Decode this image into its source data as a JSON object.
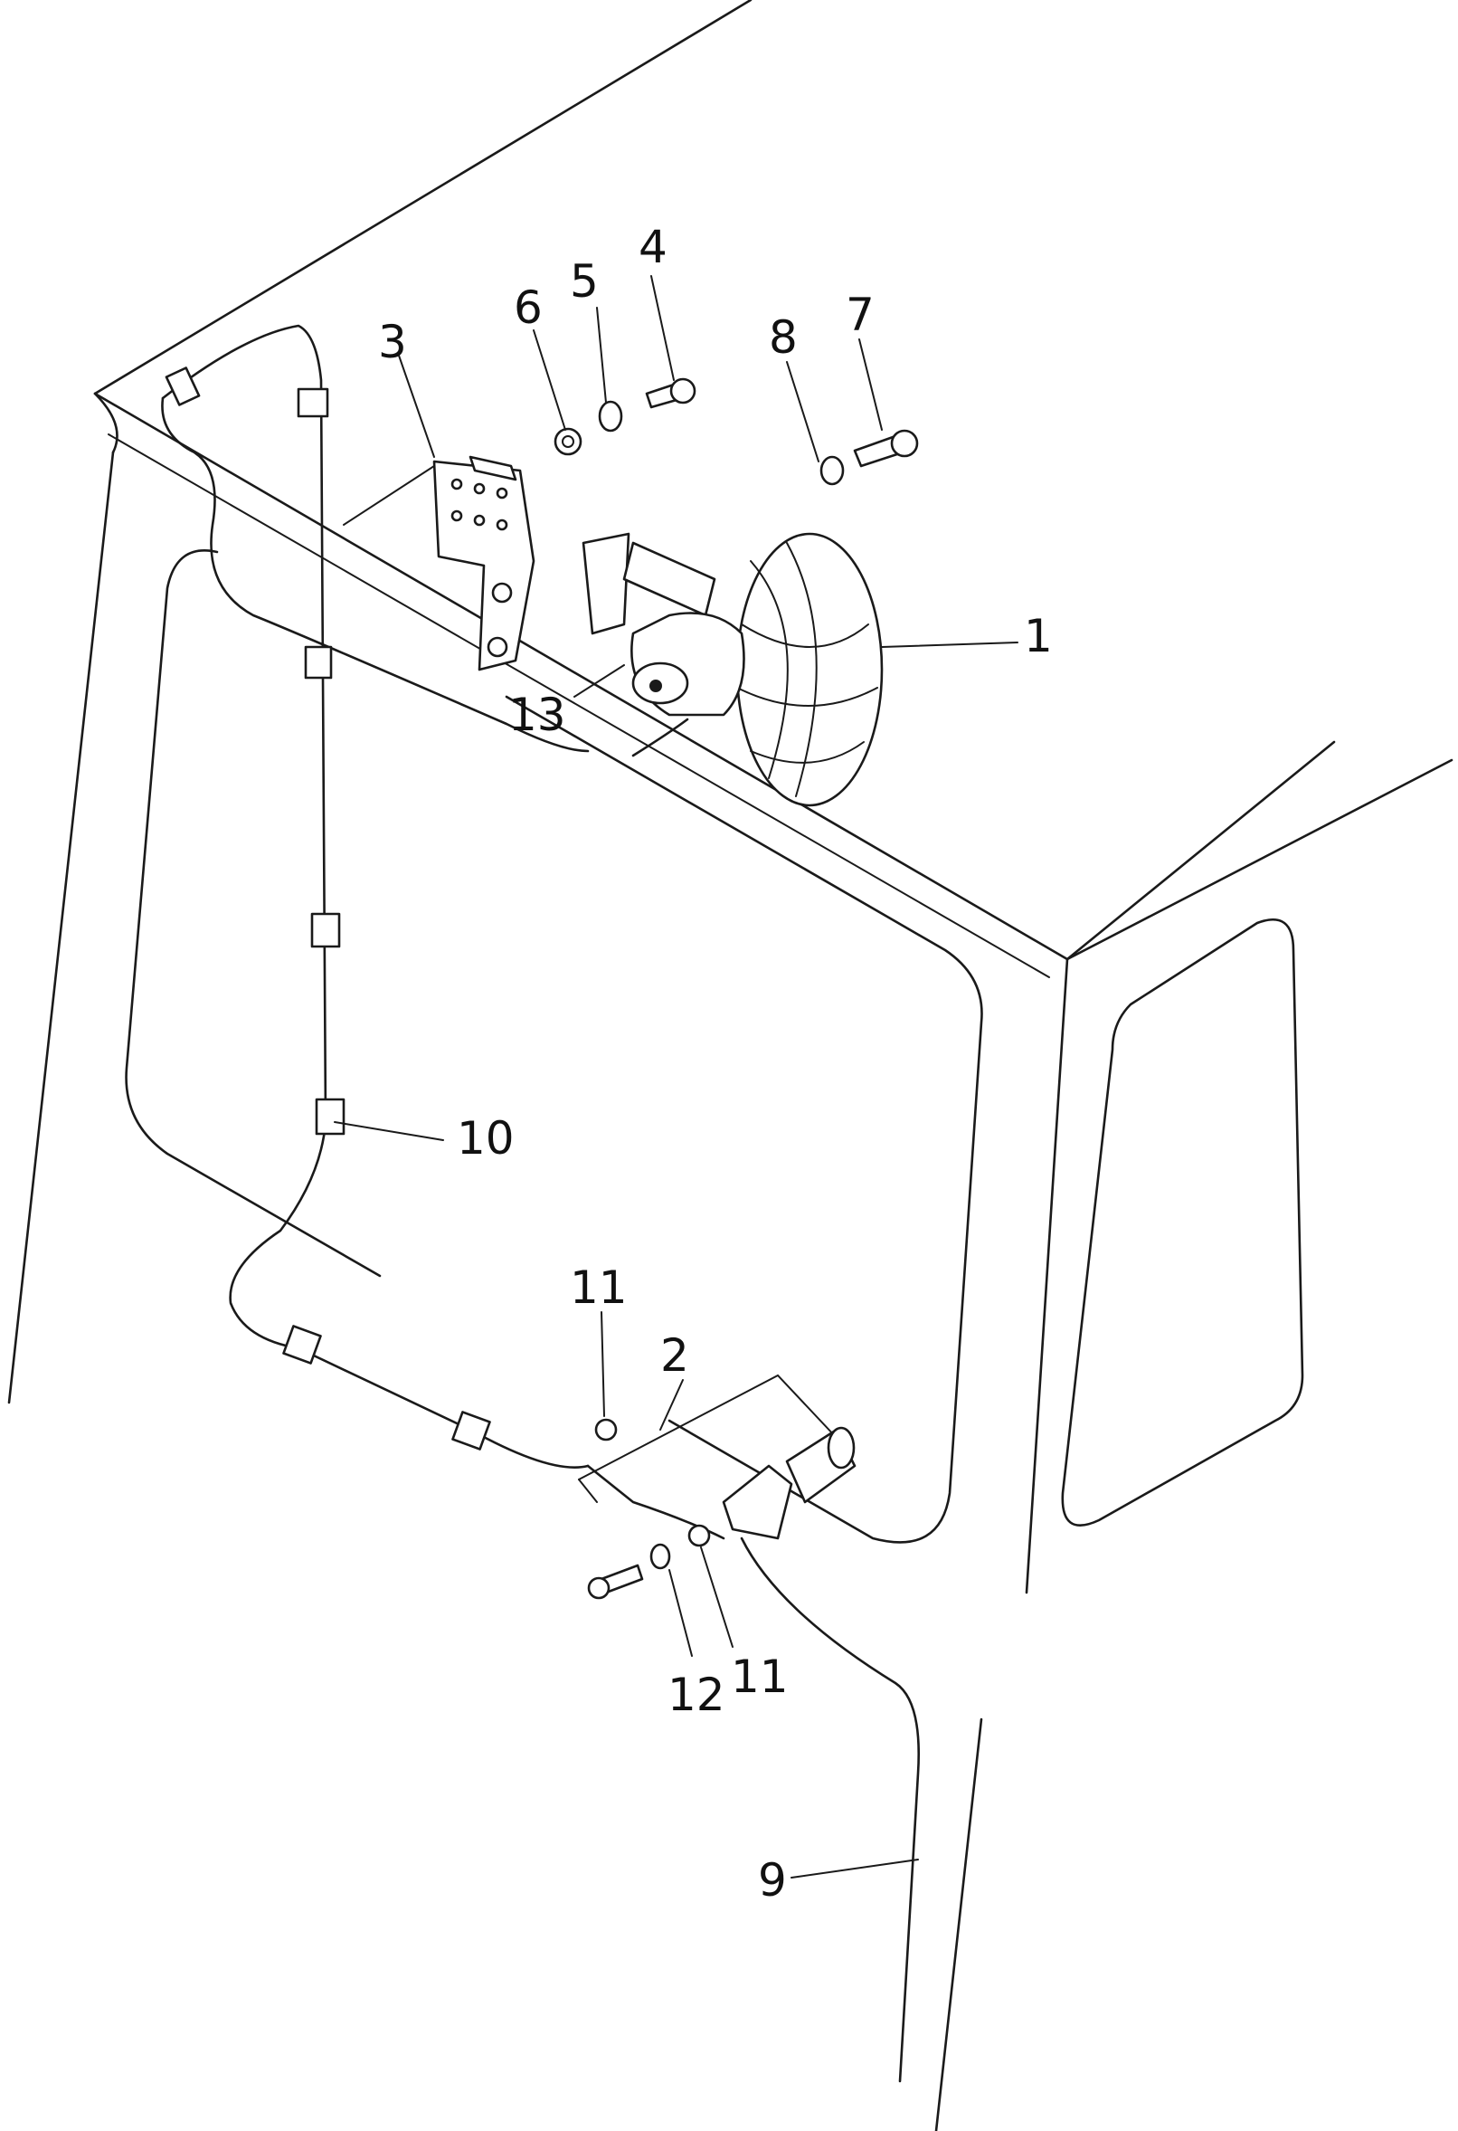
{
  "diagram": {
    "callouts": [
      {
        "id": "c1",
        "text": "1"
      },
      {
        "id": "c2",
        "text": "2"
      },
      {
        "id": "c3",
        "text": "3"
      },
      {
        "id": "c4",
        "text": "4"
      },
      {
        "id": "c5",
        "text": "5"
      },
      {
        "id": "c6",
        "text": "6"
      },
      {
        "id": "c7",
        "text": "7"
      },
      {
        "id": "c8",
        "text": "8"
      },
      {
        "id": "c9",
        "text": "9"
      },
      {
        "id": "c10",
        "text": "10"
      },
      {
        "id": "c11a",
        "text": "11"
      },
      {
        "id": "c11b",
        "text": "11"
      },
      {
        "id": "c12",
        "text": "12"
      },
      {
        "id": "c13",
        "text": "13"
      }
    ]
  }
}
